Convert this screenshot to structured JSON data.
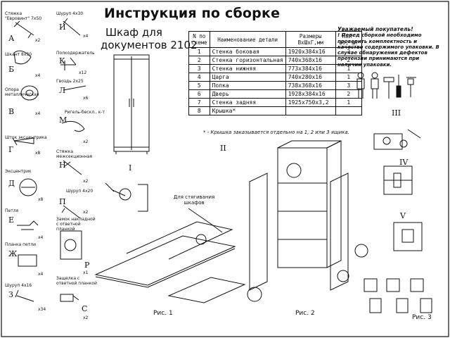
{
  "header": {
    "title": "Инструкция по сборке",
    "subtitle_line1": "Шкаф для",
    "subtitle_line2": "документов 2102"
  },
  "parts_table": {
    "columns": [
      "N по схеме",
      "Наименование детали",
      "Размеры ВхШхГ,мм",
      "Кол-во, шт"
    ],
    "rows": [
      [
        "1",
        "Стенка боковая",
        "1920х384х16",
        "2"
      ],
      [
        "2",
        "Стенка горизонтальная",
        "740х368х16",
        "2"
      ],
      [
        "3",
        "Стенка нижняя",
        "773х384х16",
        "1"
      ],
      [
        "4",
        "Царга",
        "740х280х16",
        "1"
      ],
      [
        "5",
        "Полка",
        "738х368х16",
        "3"
      ],
      [
        "6",
        "Дверь",
        "1928х384х16",
        "2"
      ],
      [
        "7",
        "Стенка задняя",
        "1925х750х3,2",
        "1"
      ],
      [
        "8",
        "Крышка*",
        "",
        ""
      ]
    ],
    "footnote": "* - Крышка заказывается отдельно на 1, 2 или 3 ящика."
  },
  "notice": {
    "heading": "Уважаемый покупатель!",
    "text": "! Перед сборкой необходимо проверить комплектность и качество содержимого упаковки. В случае обнаружения дефектов претензии принимаются при наличии упаковки."
  },
  "fasteners_left": [
    {
      "letter": "А",
      "name": "Стяжка \"Евровинт\" 7х50",
      "qty": "х2"
    },
    {
      "letter": "Б",
      "name": "Шкант 8х30",
      "qty": "х4"
    },
    {
      "letter": "В",
      "name": "Опора металлическая",
      "qty": "х4"
    },
    {
      "letter": "Г",
      "name": "Шток эксцентрика",
      "qty": "х8"
    },
    {
      "letter": "Д",
      "name": "Эксцентрик",
      "qty": "х8"
    },
    {
      "letter": "Е",
      "name": "Петля",
      "qty": "х4"
    },
    {
      "letter": "Ж",
      "name": "Планка петли",
      "qty": "х4"
    },
    {
      "letter": "З",
      "name": "Шуруп 4х16",
      "qty": "х34"
    }
  ],
  "fasteners_mid": [
    {
      "letter": "И",
      "name": "Шуруп 4х30",
      "qty": "х4"
    },
    {
      "letter": "К",
      "name": "Полкодержатель",
      "qty": "х12"
    },
    {
      "letter": "Л",
      "name": "Гвоздь 2х25",
      "qty": "х6"
    },
    {
      "letter": "М",
      "name": "Ригель-бескл., к-т",
      "qty": "х2"
    },
    {
      "letter": "Н",
      "name": "Стяжка межсекционная",
      "qty": "х2"
    },
    {
      "letter": "П",
      "name": "Шуруп 4х20",
      "qty": "х2"
    },
    {
      "letter": "Р",
      "name": "Замок накладной с ответной планкой",
      "qty": "х1"
    },
    {
      "letter": "С",
      "name": "Защелка с ответной планкой",
      "qty": "х2"
    }
  ],
  "figures": {
    "fig1": "Рис. 1",
    "fig2": "Рис. 2",
    "fig3": "Рис. 3",
    "tie_callout": "Для стягивания шкафов"
  },
  "views": [
    "I",
    "II",
    "III",
    "IV",
    "V"
  ],
  "colors": {
    "ink": "#111111",
    "paper": "#ffffff"
  }
}
